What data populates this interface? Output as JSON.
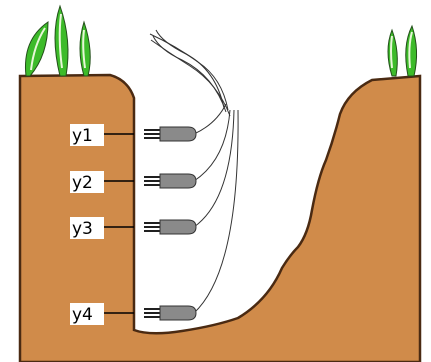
{
  "sensors": [
    {
      "label": "y1"
    },
    {
      "label": "y2"
    },
    {
      "label": "y3"
    },
    {
      "label": "y4"
    }
  ],
  "colors": {
    "soil": "#D08B4A",
    "outline": "#4A2A12",
    "leaf_fill": "#3DBB2A",
    "leaf_vein": "#E8F7D8",
    "probe": "#8A8A8A",
    "wire": "#333333"
  }
}
